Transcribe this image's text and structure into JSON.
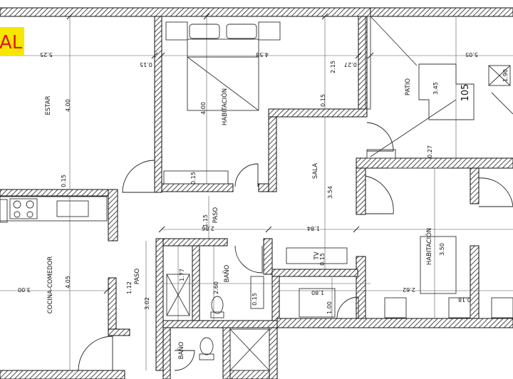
{
  "badge": {
    "text": "AL",
    "bg_color": "#f7e600",
    "text_color": "#e0161a"
  },
  "rooms": {
    "estar": "ESTAR",
    "habitacion_top": "HABITACIÓN",
    "habitacion_bottom": "HABITACIÓN",
    "sala": "SALA",
    "paso_top": "PASO",
    "paso_left": "PASO",
    "patio": "PATIO",
    "cocina_comedor": "COCINA-COMEDOR",
    "bano_right": "BAÑO",
    "bano_bottom": "BAÑO",
    "tv": "TV"
  },
  "unit_number": "105",
  "dimensions": {
    "d_525": "5.25",
    "d_015_a": "0.15",
    "d_458": "4.58",
    "d_215": "2.15",
    "d_027_a": "0.27",
    "d_505": "5.05",
    "d_400_estar": "4.00",
    "d_400_hab": "4.00",
    "d_015_b": "0.15",
    "d_015_c": "0.15",
    "d_015_d": "0.15",
    "d_345": "3.45",
    "d_027_b": "0.27",
    "d_354": "3.54",
    "d_115": "1.15",
    "d_286": "2.86",
    "d_184": "1.84",
    "d_015_e": "0.15",
    "d_350": "3.50",
    "d_405": "4.05",
    "d_112": "1.12",
    "d_177": "1.77",
    "d_260": "2.60",
    "d_302": "3.02",
    "d_300": "3.00",
    "d_015_f": "0.15",
    "d_180": "1.80",
    "d_100": "1.00",
    "d_262": "2.62",
    "d_018": "0.18",
    "d_190": "1.90"
  }
}
